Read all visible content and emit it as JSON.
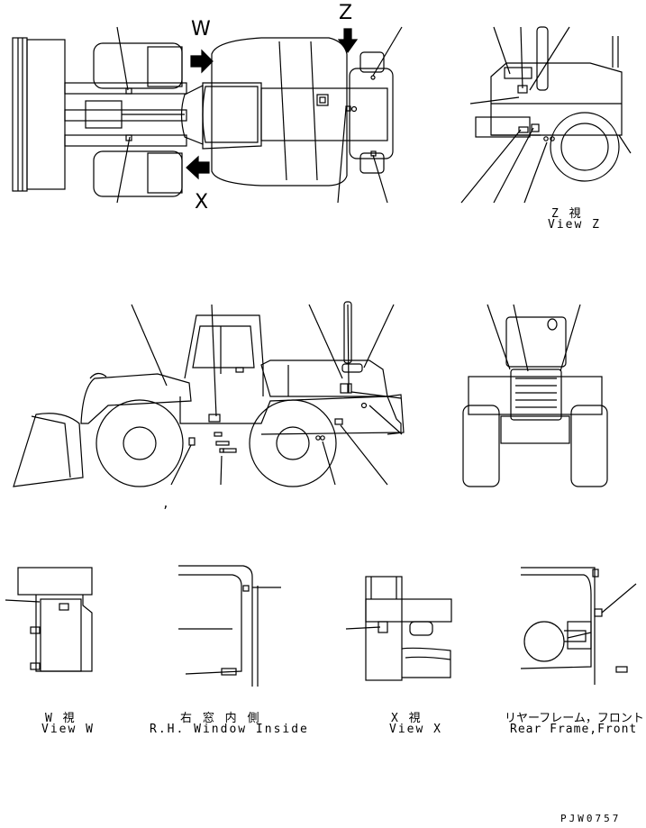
{
  "markers": {
    "w": "W",
    "x": "X",
    "z": "Z"
  },
  "captions": {
    "view_z_jp": "Z 視",
    "view_z_en": "View Z",
    "view_w_jp": "W 視",
    "view_w_en": "View W",
    "rh_window_jp": "右 窓 内 側",
    "rh_window_en": "R.H. Window Inside",
    "view_x_jp": "X 視",
    "view_x_en": "View X",
    "rear_frame_jp": "リヤーフレーム，フロント",
    "rear_frame_en": "Rear Frame,Front"
  },
  "stray_mark": ",",
  "part_number": "PJW0757"
}
